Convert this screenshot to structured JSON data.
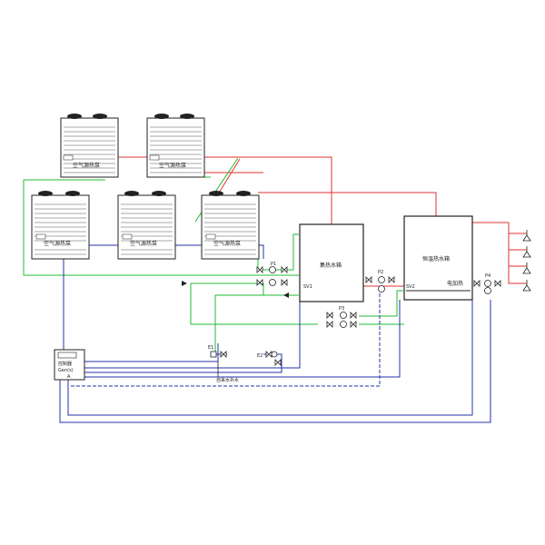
{
  "heat_pump_units": [
    {
      "label": "空气源热泵"
    },
    {
      "label": "空气源热泵"
    },
    {
      "label": "空气源热泵"
    },
    {
      "label": "空气源热泵"
    },
    {
      "label": "空气源热泵"
    }
  ],
  "tanks": {
    "heat_tank_label": "集热水箱",
    "constant_temp_tank_label": "恒温热水箱",
    "electric_heater_label": "电加热"
  },
  "controller": {
    "title": "控制器",
    "sub_label": "Gen(s)",
    "foot_label": "A"
  },
  "pumps": {
    "p1": "P1",
    "p2": "P2",
    "p3": "P3",
    "p4": "P4"
  },
  "valves": {
    "e1": "E1",
    "e2": "E2",
    "sv1": "SV1",
    "sv2": "SV2"
  },
  "supply_label": "自来水补水",
  "colors": {
    "hot_water_pipe": "#e03030",
    "return_pipe": "#22bb33",
    "control_wire": "#2233aa",
    "equipment_outline": "#222222"
  }
}
